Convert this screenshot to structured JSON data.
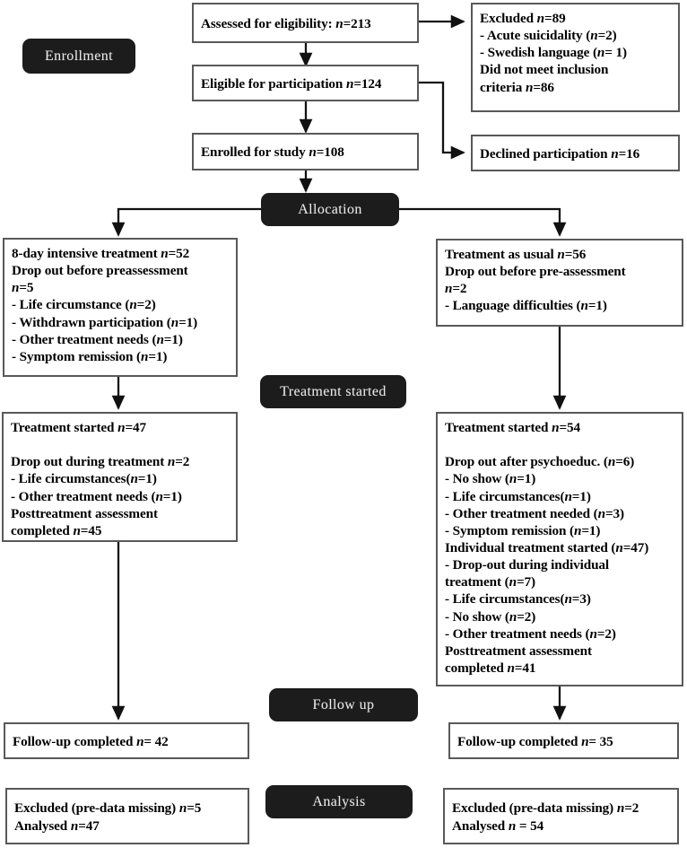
{
  "diagram": {
    "title": "CONSORT participant flow diagram",
    "type": "flowchart",
    "stroke_color": "#595959",
    "pill_color": "#1c1c1c",
    "pill_text_color": "#e8e8e8"
  },
  "stage_labels": {
    "enrollment": "Enrollment",
    "allocation": "Allocation",
    "treatment_started": "Treatment started",
    "follow_up": "Follow up",
    "analysis": "Analysis"
  },
  "boxes": {
    "assessed": {
      "lines": [
        "Assessed for eligibility: n=213"
      ]
    },
    "excluded": {
      "lines": [
        "Excluded n=89",
        "- Acute suicidality (n=2)",
        "- Swedish language (n= 1)",
        "Did not meet inclusion",
        "criteria n=86"
      ]
    },
    "eligible": {
      "lines": [
        "Eligible for participation n=124"
      ]
    },
    "declined": {
      "lines": [
        "Declined participation n=16"
      ]
    },
    "enrolled": {
      "lines": [
        "Enrolled for study n=108"
      ]
    },
    "intensive": {
      "lines": [
        "8-day intensive treatment n=52",
        "Drop out before preassessment",
        "n=5",
        "- Life circumstance (n=2)",
        "- Withdrawn participation (n=1)",
        "- Other treatment needs (n=1)",
        "- Symptom remission (n=1)"
      ]
    },
    "tau": {
      "lines": [
        "Treatment as usual n=56",
        "Drop out before pre-assessment",
        "n=2",
        "- Language difficulties (n=1)"
      ]
    },
    "intensive_started": {
      "lines": [
        "Treatment started n=47",
        "",
        " Drop out during treatment n=2",
        "- Life circumstances(n=1)",
        "- Other treatment needs (n=1)",
        "Posttreatment assessment",
        "completed n=45"
      ]
    },
    "tau_started": {
      "lines": [
        "Treatment started n=54",
        "",
        "Drop out after psychoeduc. (n=6)",
        "- No show (n=1)",
        "- Life circumstances(n=1)",
        "- Other treatment needed (n=3)",
        "- Symptom remission (n=1)",
        "Individual treatment started (n=47)",
        "- Drop-out during individual",
        "treatment (n=7)",
        "- Life circumstances(n=3)",
        "- No show (n=2)",
        "- Other treatment needs (n=2)",
        "Posttreatment assessment",
        "completed n=41"
      ]
    },
    "followup_left": {
      "lines": [
        "Follow-up completed n= 42"
      ]
    },
    "followup_right": {
      "lines": [
        "Follow-up completed n= 35"
      ]
    },
    "analysis_left": {
      "lines": [
        "Excluded (pre-data missing) n=5",
        "Analysed n=47"
      ]
    },
    "analysis_right": {
      "lines": [
        "Excluded (pre-data missing) n=2",
        "Analysed n = 54"
      ]
    }
  },
  "flow_counts": {
    "assessed_for_eligibility": 213,
    "excluded_total": 89,
    "excluded_acute_suicidality": 2,
    "excluded_swedish_language": 1,
    "excluded_did_not_meet_criteria": 86,
    "eligible_for_participation": 124,
    "declined_participation": 16,
    "enrolled_for_study": 108,
    "intensive_allocated": 52,
    "intensive_dropout_pre": 5,
    "intensive_started": 47,
    "intensive_dropout_during": 2,
    "intensive_post_completed": 45,
    "intensive_followup_completed": 42,
    "intensive_excluded_predata": 5,
    "intensive_analysed": 47,
    "tau_allocated": 56,
    "tau_dropout_pre": 2,
    "tau_started": 54,
    "tau_dropout_after_psychoeduc": 6,
    "tau_individual_started": 47,
    "tau_dropout_individual": 7,
    "tau_post_completed": 41,
    "tau_followup_completed": 35,
    "tau_excluded_predata": 2,
    "tau_analysed": 54
  }
}
